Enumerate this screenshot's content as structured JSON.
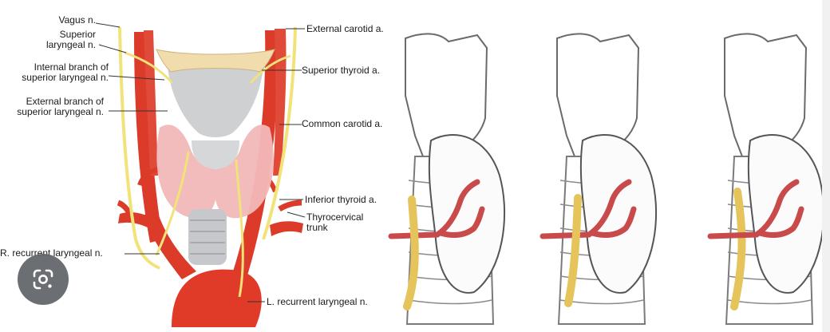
{
  "labels": {
    "vagus": "Vagus n.",
    "superior_laryngeal_1": "Superior",
    "superior_laryngeal_2": "laryngeal n.",
    "internal_branch_1": "Internal branch of",
    "internal_branch_2": "superior laryngeal n.",
    "external_branch_1": "External branch of",
    "external_branch_2": "superior laryngeal n.",
    "r_recurrent": "R. recurrent laryngeal n.",
    "external_carotid": "External carotid a.",
    "superior_thyroid": "Superior thyroid a.",
    "common_carotid": "Common carotid a.",
    "inferior_thyroid": "Inferior thyroid a.",
    "thyrocervical_1": "Thyrocervical",
    "thyrocervical_2": "trunk",
    "l_recurrent": "L. recurrent laryngeal n."
  },
  "lens_button": {
    "icon": "lens-icon"
  },
  "colors": {
    "artery": "#d93b2b",
    "nerve": "#f2e27a",
    "thyroid": "#f2b8b8",
    "cartilage": "#c9cacc",
    "hyoid": "#f1dcae"
  }
}
